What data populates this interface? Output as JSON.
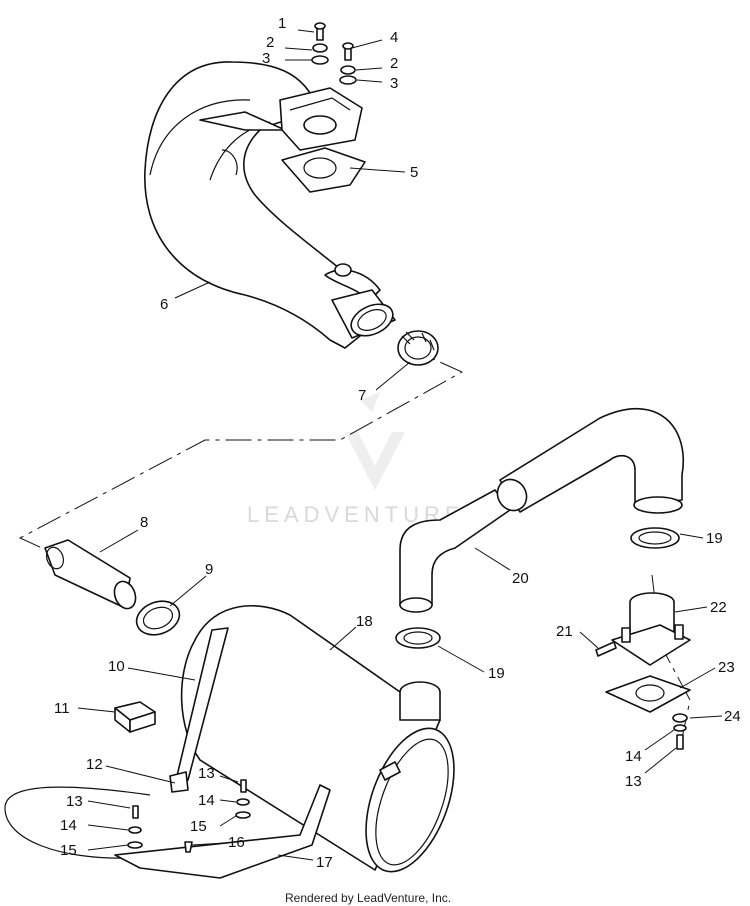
{
  "diagram": {
    "callouts": [
      {
        "id": "c1",
        "label": "1"
      },
      {
        "id": "c2a",
        "label": "2"
      },
      {
        "id": "c3a",
        "label": "3"
      },
      {
        "id": "c4",
        "label": "4"
      },
      {
        "id": "c2b",
        "label": "2"
      },
      {
        "id": "c3b",
        "label": "3"
      },
      {
        "id": "c5",
        "label": "5"
      },
      {
        "id": "c6",
        "label": "6"
      },
      {
        "id": "c7",
        "label": "7"
      },
      {
        "id": "c8",
        "label": "8"
      },
      {
        "id": "c9",
        "label": "9"
      },
      {
        "id": "c10",
        "label": "10"
      },
      {
        "id": "c11",
        "label": "11"
      },
      {
        "id": "c12",
        "label": "12"
      },
      {
        "id": "c13a",
        "label": "13"
      },
      {
        "id": "c14a",
        "label": "14"
      },
      {
        "id": "c15a",
        "label": "15"
      },
      {
        "id": "c16",
        "label": "16"
      },
      {
        "id": "c17",
        "label": "17"
      },
      {
        "id": "c13b",
        "label": "13"
      },
      {
        "id": "c14b",
        "label": "14"
      },
      {
        "id": "c15b",
        "label": "15"
      },
      {
        "id": "c18",
        "label": "18"
      },
      {
        "id": "c19a",
        "label": "19"
      },
      {
        "id": "c19b",
        "label": "19"
      },
      {
        "id": "c20",
        "label": "20"
      },
      {
        "id": "c21",
        "label": "21"
      },
      {
        "id": "c22",
        "label": "22"
      },
      {
        "id": "c23",
        "label": "23"
      },
      {
        "id": "c24",
        "label": "24"
      },
      {
        "id": "c14c",
        "label": "14"
      },
      {
        "id": "c13c",
        "label": "13"
      }
    ]
  },
  "watermark": {
    "text": "LEADVENTURE"
  },
  "footer": {
    "text": "Rendered by LeadVenture, Inc."
  }
}
